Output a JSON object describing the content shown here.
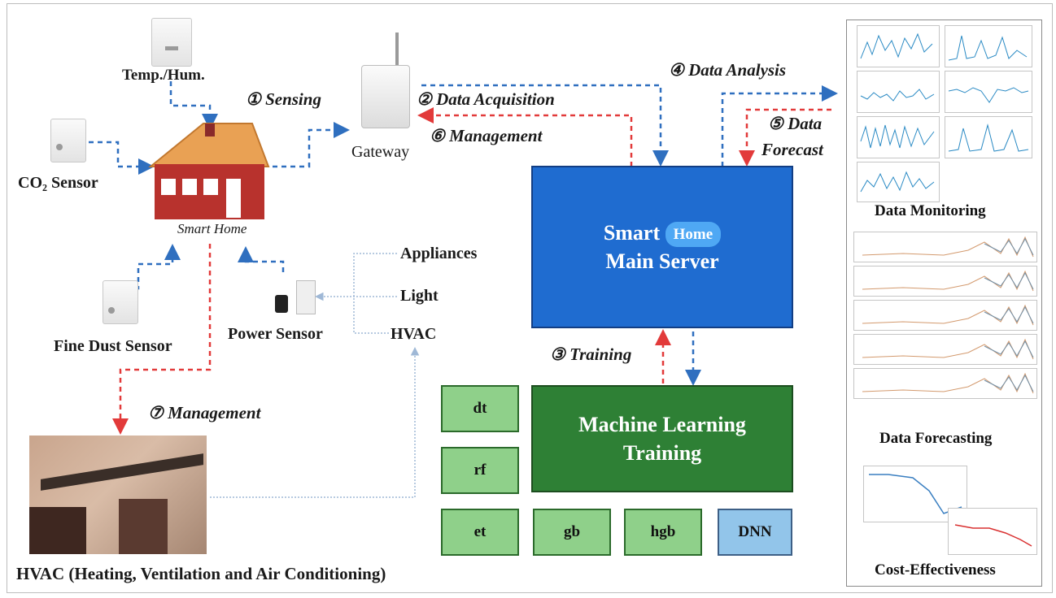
{
  "devices": {
    "temp_hum": "Temp./Hum.",
    "co2": "CO₂ Sensor",
    "fine_dust": "Fine Dust Sensor",
    "power": "Power Sensor",
    "gateway": "Gateway",
    "smart_home": "Smart Home",
    "hvac_caption": "HVAC (Heating, Ventilation and Air Conditioning)"
  },
  "loads": [
    "Appliances",
    "Light",
    "HVAC"
  ],
  "steps": {
    "s1": "① Sensing",
    "s2": "② Data Acquisition",
    "s3": "③ Training",
    "s4": "④ Data Analysis",
    "s5a": "⑤ Data",
    "s5b": "Forecast",
    "s6": "⑥ Management",
    "s7": "⑦ Management"
  },
  "server": {
    "line1": "Smart",
    "cloud": "Home",
    "line2": "Main Server"
  },
  "ml": {
    "line1": "Machine Learning",
    "line2": "Training"
  },
  "algorithms": [
    "dt",
    "rf",
    "et",
    "gb",
    "hgb",
    "DNN"
  ],
  "panel": {
    "monitoring": "Data Monitoring",
    "forecasting": "Data Forecasting",
    "cost": "Cost-Effectiveness"
  },
  "colors": {
    "acquisition_arrow": "#2f6fbf",
    "management_arrow": "#e23a3a",
    "server_fill": "#1f6cd0",
    "ml_fill": "#2e8035",
    "alg_fill": "#8fd08a",
    "dnn_fill": "#92c5ea"
  },
  "icons": [
    "house-icon",
    "gateway-router-icon",
    "sensor-device-icon",
    "power-sensor-icon",
    "cloud-icon"
  ]
}
